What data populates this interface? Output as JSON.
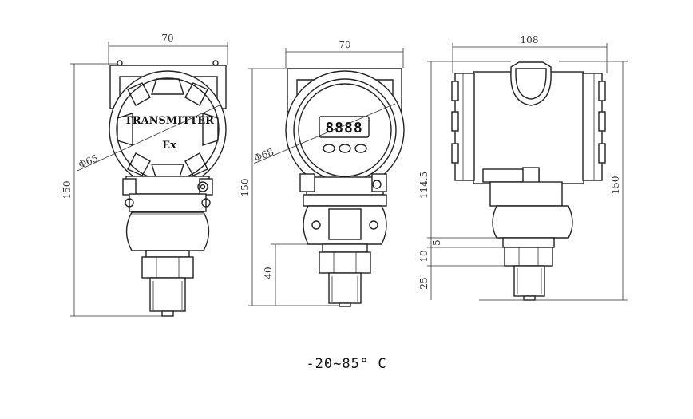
{
  "front_view": {
    "width_dim": "70",
    "diameter_dim": "Φ65",
    "height_dim": "150",
    "label_line1": "TRANSMITTER",
    "label_line2": "Ex"
  },
  "display_view": {
    "width_dim": "70",
    "diameter_dim": "Φ68",
    "height_dim": "150",
    "lower_dim": "40",
    "display_digits": "8888"
  },
  "side_view": {
    "width_dim": "108",
    "upper_dim": "114.5",
    "height_dim": "150",
    "dim_5": "5",
    "dim_10": "10",
    "dim_25": "25"
  },
  "temperature_range": "-20~85° C"
}
